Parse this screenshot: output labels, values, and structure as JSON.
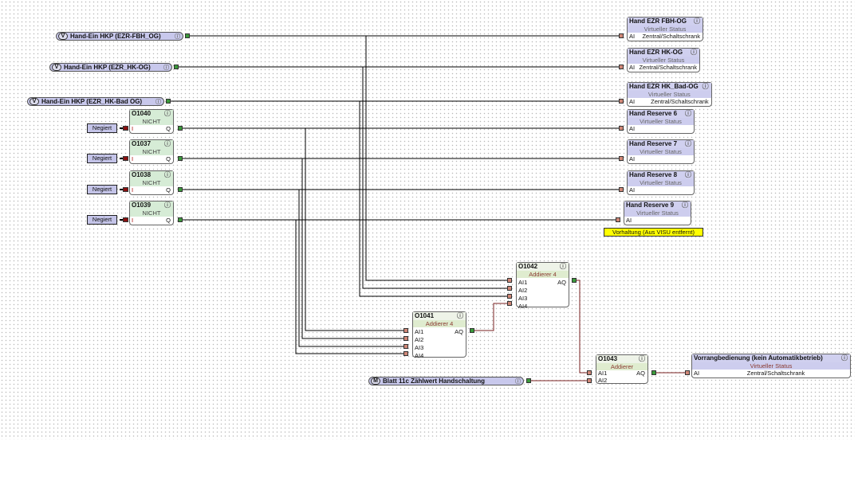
{
  "inputs": [
    {
      "tag": "V",
      "label": "Hand-Ein HKP (EZR-FBH_OG)"
    },
    {
      "tag": "V",
      "label": "Hand-Ein HKP (EZR_HK-OG)"
    },
    {
      "tag": "V",
      "label": "Hand-Ein HKP (EZR_HK-Bad OG)"
    },
    {
      "tag": "M",
      "label": "Blatt 11c  Zählwert Handschaltung"
    }
  ],
  "info_icon": "ⓘ",
  "outputs": [
    {
      "title": "Hand EZR FBH-OG",
      "status": "Virtueller Status",
      "pin": "AI",
      "location": "Zentral/Schaltschrank"
    },
    {
      "title": "Hand EZR HK-OG",
      "status": "Virtueller Status",
      "pin": "AI",
      "location": "Zentral/Schaltschrank"
    },
    {
      "title": "Hand EZR HK_Bad-OG",
      "status": "Virtueller Status",
      "pin": "AI",
      "location": "Zentral/Schaltschrank"
    },
    {
      "title": "Hand Reserve 6",
      "status": "Virtueller Status",
      "pin": "AI"
    },
    {
      "title": "Hand Reserve 7",
      "status": "Virtueller Status",
      "pin": "AI"
    },
    {
      "title": "Hand Reserve 8",
      "status": "Virtueller Status",
      "pin": "AI"
    },
    {
      "title": "Hand Reserve 9",
      "status": "Virtueller Status",
      "pin": "AI"
    },
    {
      "title": "Vorrangbedienung (kein Automatikbetrieb)",
      "status": "Virtueller Status",
      "pin": "AI",
      "location": "Zentral/Schaltschrank"
    }
  ],
  "note": "Vorhaltung (Aus VISU entfernt)",
  "not_blocks": [
    {
      "id": "O1040",
      "type": "NICHT",
      "in": "I",
      "out": "Q",
      "neg": "Negiert"
    },
    {
      "id": "O1037",
      "type": "NICHT",
      "in": "I",
      "out": "Q",
      "neg": "Negiert"
    },
    {
      "id": "O1038",
      "type": "NICHT",
      "in": "I",
      "out": "Q",
      "neg": "Negiert"
    },
    {
      "id": "O1039",
      "type": "NICHT",
      "in": "I",
      "out": "Q",
      "neg": "Negiert"
    }
  ],
  "adders": [
    {
      "id": "O1042",
      "type": "Addierer 4",
      "inputs": [
        "AI1",
        "AI2",
        "AI3",
        "AI4"
      ],
      "out": "AQ"
    },
    {
      "id": "O1041",
      "type": "Addierer 4",
      "inputs": [
        "AI1",
        "AI2",
        "AI3",
        "AI4"
      ],
      "out": "AQ"
    },
    {
      "id": "O1043",
      "type": "Addierer",
      "inputs": [
        "AI1",
        "AI2"
      ],
      "out": "AQ"
    }
  ]
}
